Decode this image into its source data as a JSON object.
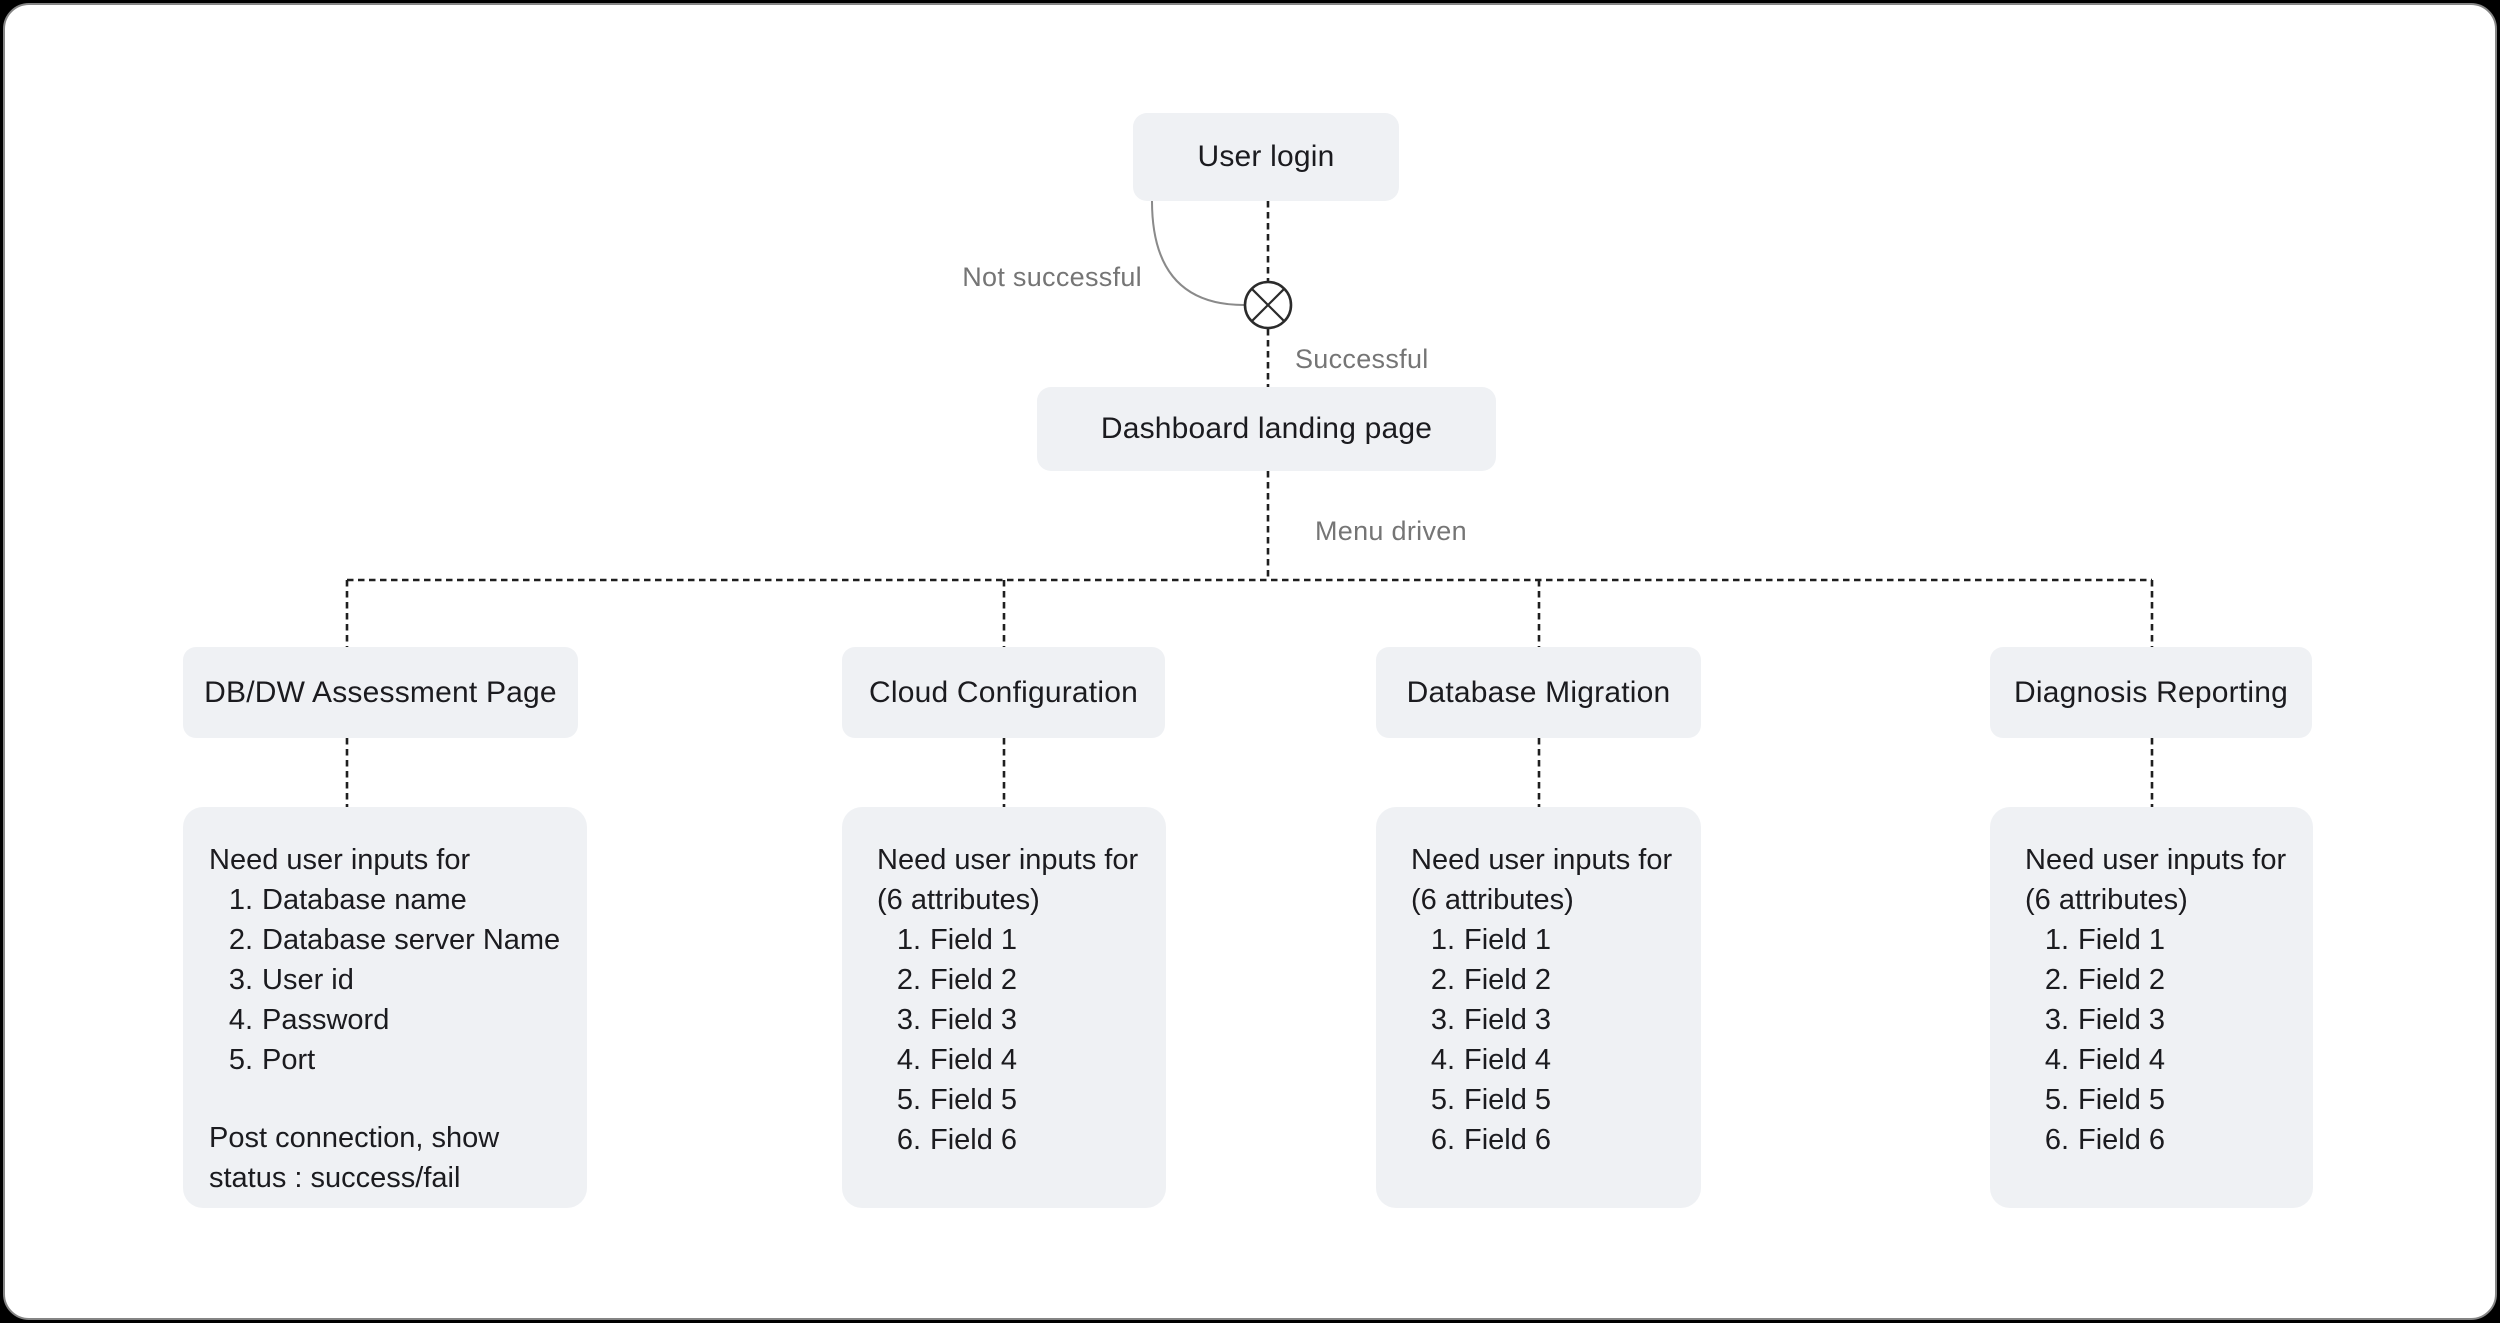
{
  "diagram": {
    "nodes": {
      "user_login": "User login",
      "dashboard": "Dashboard landing page"
    },
    "edge_labels": {
      "not_successful": "Not successful",
      "successful": "Successful",
      "menu_driven": "Menu driven"
    },
    "branches": [
      {
        "title": "DB/DW Assessment Page",
        "intro_lines": [
          "Need user inputs for"
        ],
        "items": [
          "Database name",
          "Database server Name",
          "User id",
          "Password",
          "Port"
        ],
        "footer_lines": [
          "Post connection, show",
          "status : success/fail"
        ]
      },
      {
        "title": "Cloud Configuration",
        "intro_lines": [
          "Need user inputs for",
          "(6 attributes)"
        ],
        "items": [
          "Field 1",
          "Field 2",
          "Field 3",
          "Field 4",
          "Field 5",
          "Field 6"
        ],
        "footer_lines": []
      },
      {
        "title": "Database Migration",
        "intro_lines": [
          "Need user inputs for",
          "(6 attributes)"
        ],
        "items": [
          "Field 1",
          "Field 2",
          "Field 3",
          "Field 4",
          "Field 5",
          "Field 6"
        ],
        "footer_lines": []
      },
      {
        "title": "Diagnosis Reporting",
        "intro_lines": [
          "Need user inputs for",
          "(6 attributes)"
        ],
        "items": [
          "Field 1",
          "Field 2",
          "Field 3",
          "Field 4",
          "Field 5",
          "Field 6"
        ],
        "footer_lines": []
      }
    ],
    "colors": {
      "canvas_bg": "#000000",
      "panel_bg": "#ffffff",
      "panel_border": "#858585",
      "node_bg": "#eff1f4",
      "node_text": "#1b1b1f",
      "edge_label_text": "#757575",
      "connector": "#1f1f1f",
      "curve": "#8a8a8a"
    }
  }
}
